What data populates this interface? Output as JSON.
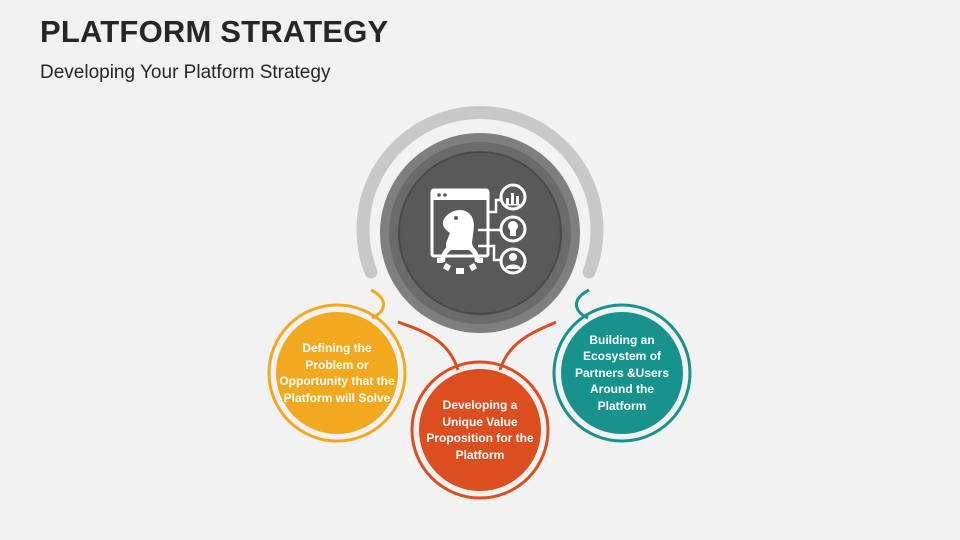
{
  "header": {
    "title": "PLATFORM STRATEGY",
    "subtitle": "Developing Your Platform Strategy"
  },
  "center": {
    "icon": "strategy-chess-knight-gear-icon",
    "side_icons": [
      "bar-chart-icon",
      "lightbulb-icon",
      "user-icon"
    ],
    "color": "#595959",
    "ring_color": "#bfbfbf"
  },
  "nodes": [
    {
      "label": "Defining the Problem or Opportunity that the Platform will Solve",
      "color": "#f2a91f"
    },
    {
      "label": "Developing a Unique Value Proposition for the Platform",
      "color": "#dc4d1f"
    },
    {
      "label": "Building an Ecosystem of Partners &Users Around the Platform",
      "color": "#17928c"
    }
  ]
}
